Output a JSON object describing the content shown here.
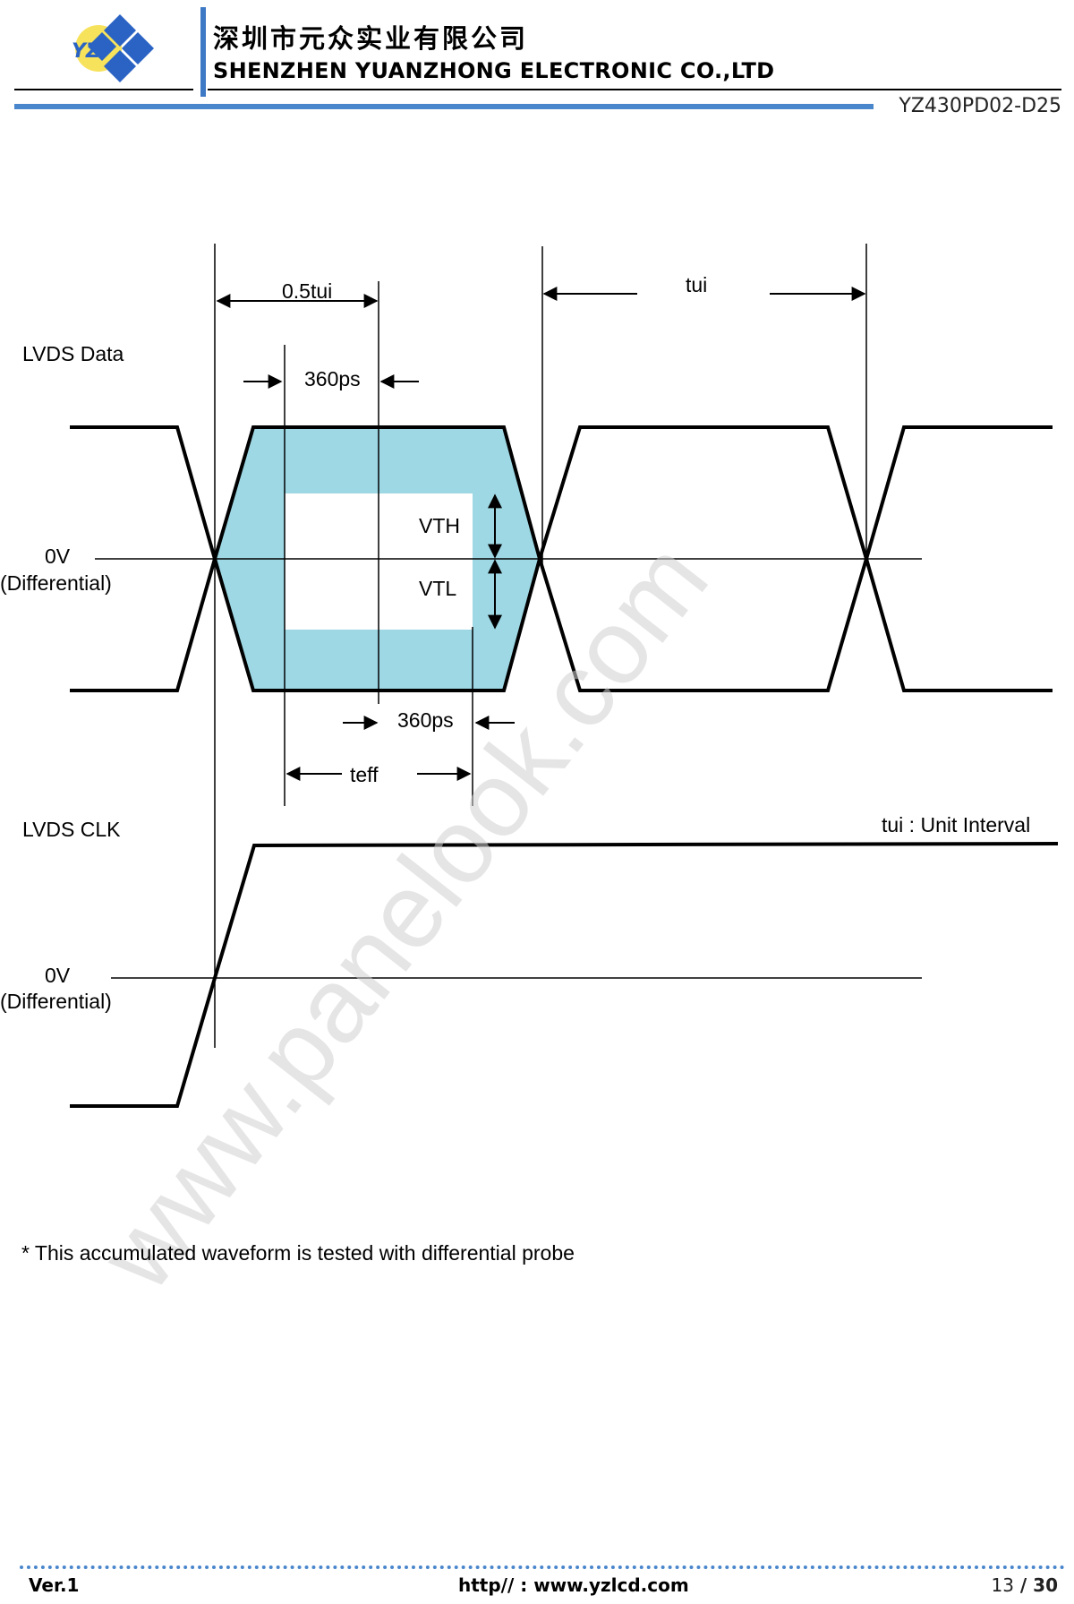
{
  "header": {
    "company_cn": "深圳市元众实业有限公司",
    "company_en": "SHENZHEN YUANZHONG ELECTRONIC CO.,LTD",
    "document_no": "YZ430PD02-D25",
    "logo_text": "YZ"
  },
  "diagram": {
    "labels": {
      "lvds_data": "LVDS Data",
      "lvds_clk": "LVDS CLK",
      "zero_v": "0V",
      "differential": "(Differential)",
      "half_tui": "0.5tui",
      "tui": "tui",
      "ps_top": "360ps",
      "ps_bottom": "360ps",
      "vth": "VTH",
      "vtl": "VTL",
      "teff": "teff",
      "unit_interval": "tui : Unit Interval"
    },
    "colors": {
      "eye_fill": "#9dd8e4",
      "line": "#000000"
    }
  },
  "watermark": "www.panelook.com",
  "footnote": "* This accumulated waveform is tested with differential probe",
  "footer": {
    "version": "Ver.1",
    "url": "http// : www.yzlcd.com",
    "page_current": "13",
    "page_sep": " / ",
    "page_total": "30"
  },
  "theme": {
    "accent": "#4a86cc"
  }
}
